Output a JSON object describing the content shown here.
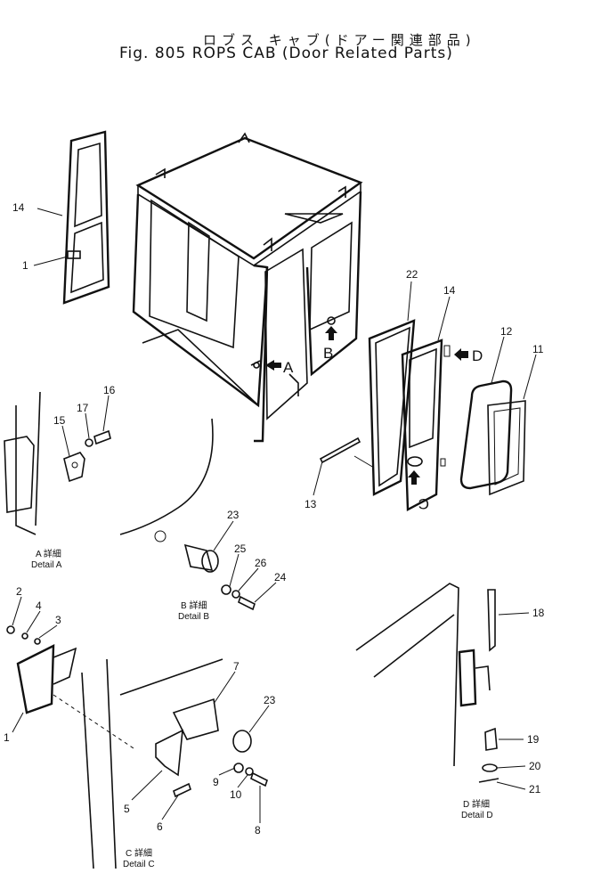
{
  "title": {
    "japanese": "ロブス キャブ(ドアー関連部品)",
    "english": "Fig. 805  ROPS CAB (Door Related Parts)"
  },
  "view_arrows": [
    "A",
    "B",
    "C",
    "D"
  ],
  "callouts": [
    "1",
    "2",
    "3",
    "4",
    "5",
    "6",
    "7",
    "8",
    "9",
    "10",
    "11",
    "12",
    "13",
    "14",
    "15",
    "16",
    "17",
    "18",
    "19",
    "20",
    "21",
    "22",
    "23",
    "24",
    "25",
    "26"
  ],
  "details": {
    "a": {
      "jp": "A 詳細",
      "en": "Detail A"
    },
    "b": {
      "jp": "B 詳細",
      "en": "Detail B"
    },
    "c": {
      "jp": "C 詳細",
      "en": "Detail C"
    },
    "d": {
      "jp": "D 詳細",
      "en": "Detail D"
    }
  }
}
